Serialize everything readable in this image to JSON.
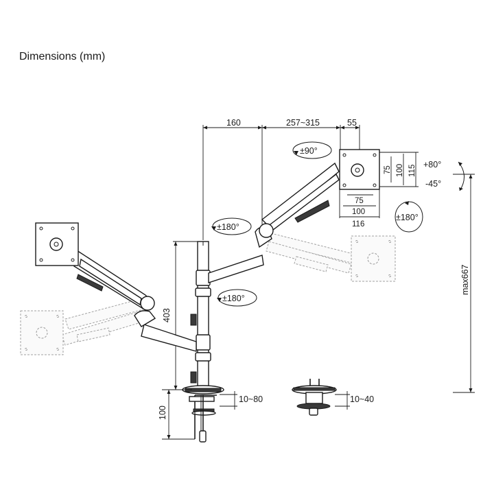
{
  "title": "Dimensions (mm)",
  "dims": {
    "arm_reach_1": "160",
    "arm_reach_2": "257~315",
    "head_offset": "55",
    "pole_height": "403",
    "clamp_height": "100",
    "max_height": "max667",
    "clamp_range": "10~80",
    "grommet_range": "10~40",
    "vesa_75_h": "75",
    "vesa_100_h": "100",
    "vesa_115_h": "115",
    "vesa_75_w": "75",
    "vesa_100_w": "100",
    "vesa_116_w": "116"
  },
  "rotations": {
    "tilt_up": "+80°",
    "tilt_down": "-45°",
    "head_rotate": "±90°",
    "swivel_upper": "±180°",
    "swivel_lower": "±180°",
    "pivot": "±180°"
  },
  "icons": [
    "rotate-arrow-icon"
  ]
}
